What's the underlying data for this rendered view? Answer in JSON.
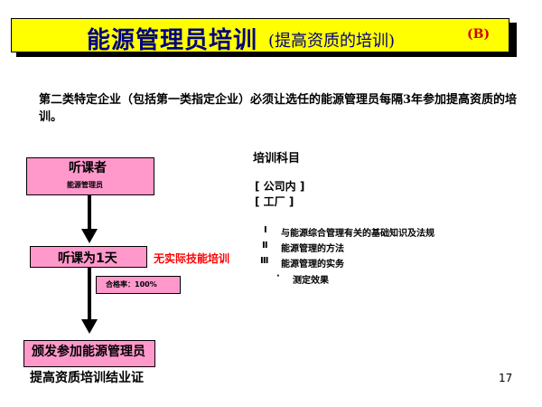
{
  "title": {
    "main": "能源管理员培训",
    "sub": "(提高资质的培训)",
    "tag": "(B)"
  },
  "intro": "第二类特定企业（包括第一类指定企业）必须让选任的能源管理员每隔3年参加提高资质的培训。",
  "flow": {
    "box1_title": "听课者",
    "box1_sub": "能源管理员",
    "box2_text": "听课为1天",
    "box2_note": "无实际技能培训",
    "box3_text": "合格率：100%",
    "box4_line1": "颁发参加能源管理员",
    "box4_line2": "提高资质培训结业证"
  },
  "subjects": {
    "title": "培训科目",
    "groups": [
      "[ 公司内 ]",
      "[ 工厂 ]"
    ],
    "items": [
      {
        "num": "Ⅰ",
        "text": "与能源综合管理有关的基础知识及法规"
      },
      {
        "num": "Ⅱ",
        "text": "能源管理的方法"
      },
      {
        "num": "Ⅲ",
        "text": "能源管理的实务"
      }
    ],
    "sub_bullet": "·",
    "sub_text": "测定效果"
  },
  "page_number": "17",
  "colors": {
    "banner": "#ffff00",
    "title_text": "#000080",
    "tag_text": "#cc0000",
    "box_fill": "#ff99cc",
    "note_text": "#ff0000"
  }
}
